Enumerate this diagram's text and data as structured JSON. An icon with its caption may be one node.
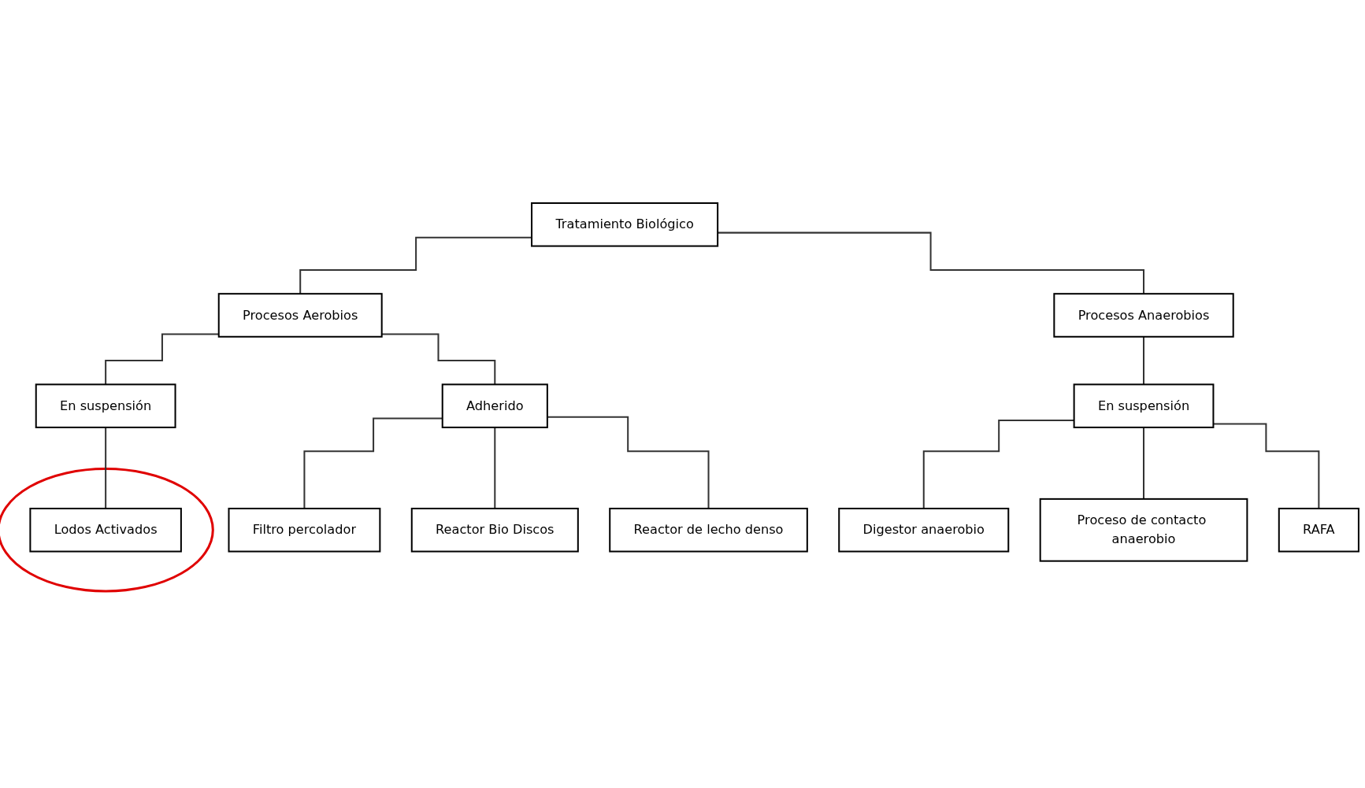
{
  "diagram": {
    "nodes": [
      {
        "text": [
          "Tratamiento Biológico"
        ]
      },
      {
        "text": [
          "Procesos Aerobios"
        ]
      },
      {
        "text": [
          "En suspensión"
        ]
      },
      {
        "text": [],
        "shape": "circle"
      },
      {
        "text": [
          "Lodos Activados"
        ],
        "in": 3
      },
      {
        "text": [
          "Adherido"
        ]
      },
      {
        "text": [
          "Filtro percolador"
        ]
      },
      {
        "text": [
          "Reactor Bio Discos"
        ]
      },
      {
        "text": [
          "Reactor de lecho denso"
        ]
      },
      {
        "text": [
          "Procesos Anaerobios"
        ]
      },
      {
        "text": [
          "En suspensión"
        ]
      },
      {
        "text": [
          "Digestor anaerobio"
        ]
      },
      {
        "text": [
          "Proceso de contacto anaerobio"
        ]
      },
      {
        "text": [
          "RAFA"
        ]
      }
    ],
    "edges": [
      {
        "from": 0,
        "to": 1,
        "arrow": "none"
      },
      {
        "from": 0,
        "to": 9,
        "arrow": "none"
      },
      {
        "from": 1,
        "to": 2,
        "arrow": "none"
      },
      {
        "from": 2,
        "to": 4,
        "arrow": "none"
      },
      {
        "from": 1,
        "to": 5,
        "arrow": "none"
      },
      {
        "from": 5,
        "to": 6,
        "arrow": "none"
      },
      {
        "from": 5,
        "to": 7,
        "arrow": "none"
      },
      {
        "from": 5,
        "to": 8,
        "arrow": "none"
      },
      {
        "from": 9,
        "to": 10,
        "arrow": "none"
      },
      {
        "from": 10,
        "to": 11,
        "arrow": "none"
      },
      {
        "from": 10,
        "to": 12,
        "arrow": "none"
      },
      {
        "from": 10,
        "to": 13,
        "arrow": "none"
      }
    ]
  }
}
